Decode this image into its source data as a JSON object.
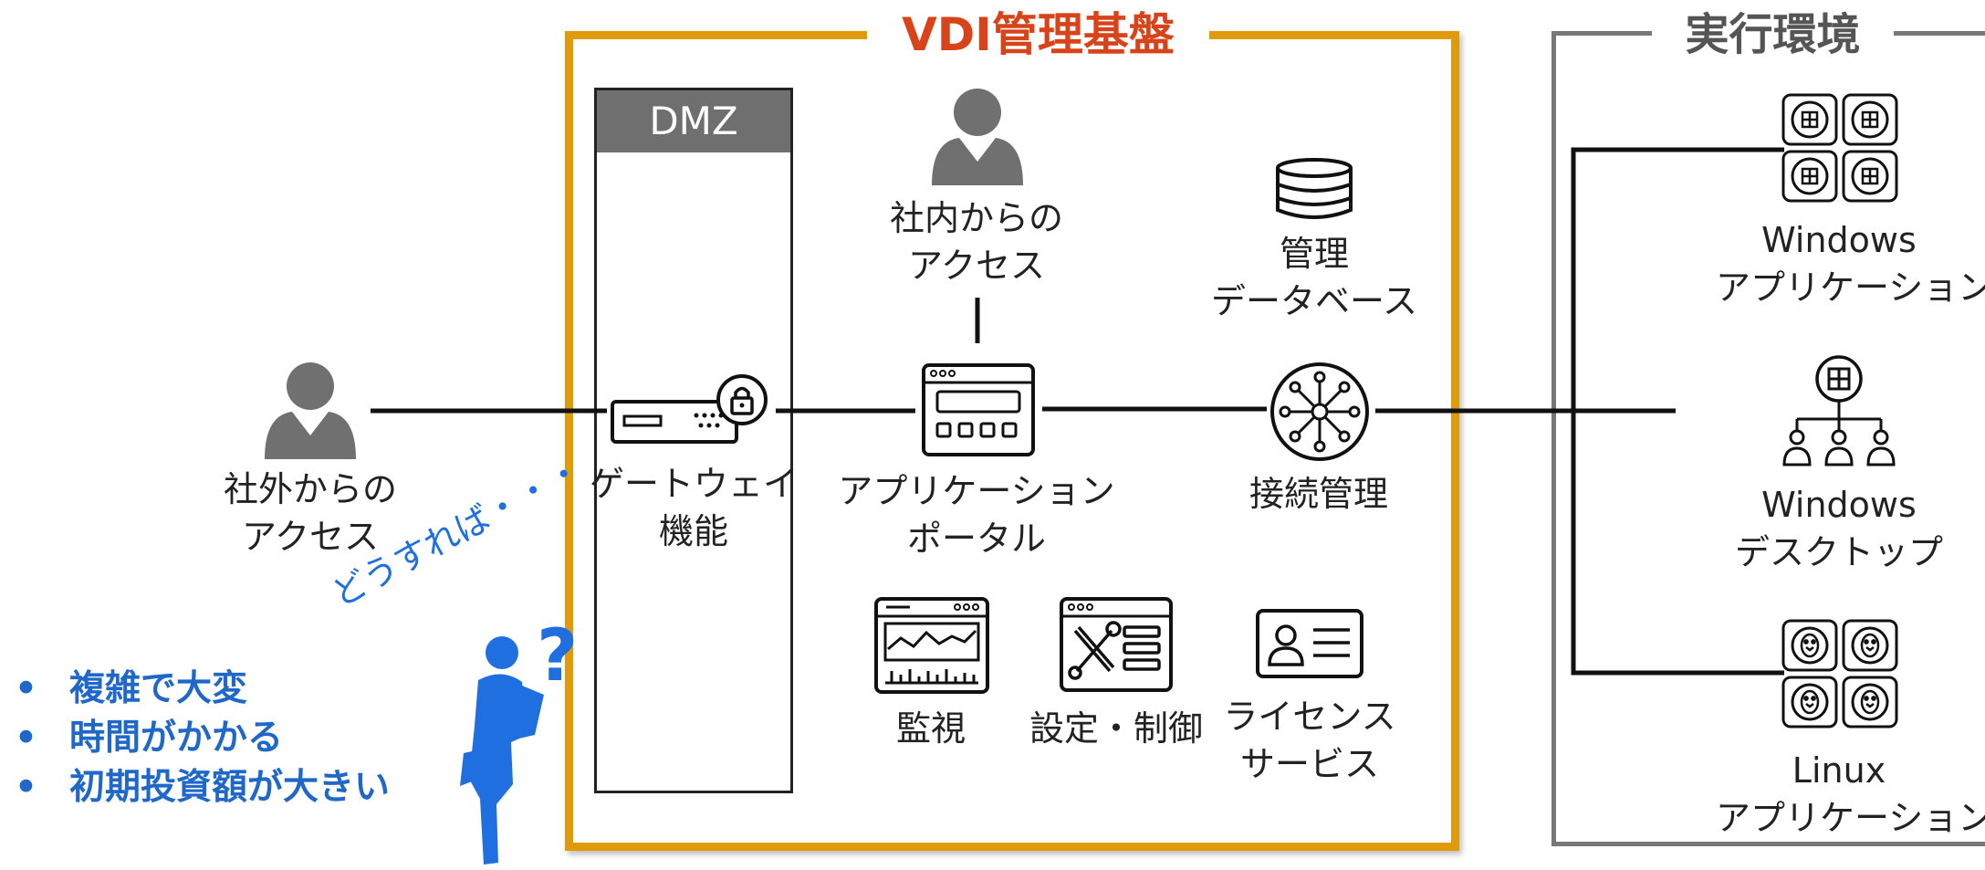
{
  "frames": {
    "vdi_title": "VDI管理基盤",
    "exec_title": "実行環境",
    "dmz_title": "DMZ"
  },
  "nodes": {
    "external_access": [
      "社外からの",
      "アクセス"
    ],
    "gateway": [
      "ゲートウェイ",
      "機能"
    ],
    "internal_access": [
      "社内からの",
      "アクセス"
    ],
    "app_portal": [
      "アプリケーション",
      "ポータル"
    ],
    "mgmt_db": [
      "管理",
      "データベース"
    ],
    "connection_mgmt": [
      "接続管理"
    ],
    "monitoring": [
      "監視"
    ],
    "settings_control": [
      "設定・制御"
    ],
    "license_service": [
      "ライセンス",
      "サービス"
    ],
    "windows_app": [
      "Windows",
      "アプリケーション"
    ],
    "windows_desktop": [
      "Windows",
      "デスクトップ"
    ],
    "linux_app": [
      "Linux",
      "アプリケーション"
    ]
  },
  "thinking": {
    "bubble_text": "どうすれば・・・",
    "issues": [
      "複雑で大変",
      "時間がかかる",
      "初期投資額が大きい"
    ]
  },
  "icons": [
    "person-icon",
    "gateway-lock-icon",
    "portal-window-icon",
    "database-icon",
    "hub-icon",
    "monitor-chart-icon",
    "settings-tools-icon",
    "id-card-icon",
    "windows-logo-icon",
    "desktop-tree-icon",
    "linux-penguin-icon",
    "thinking-person-icon"
  ],
  "colors": {
    "vdi_frame": "#E09B0B",
    "vdi_title": "#D9431A",
    "exec_frame": "#777777",
    "issue_text": "#1F68C9",
    "person_gray": "#707070"
  }
}
